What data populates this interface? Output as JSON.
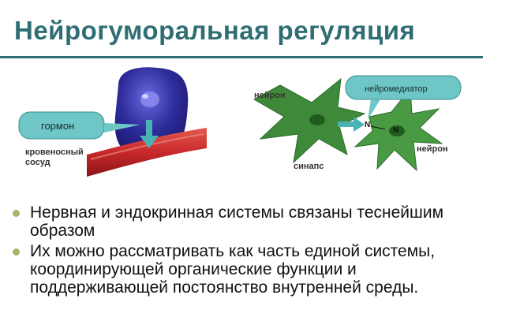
{
  "slide": {
    "title": "Нейрогуморальная регуляция"
  },
  "illustration": {
    "hormone_label": "гормон",
    "vessel_label_line1": "кровеносный",
    "vessel_label_line2": "сосуд",
    "neuron_label_left": "нейрон",
    "neuron_label_right": "нейрон",
    "neurotransmitter_label": "нейромедиатор",
    "synapse_label": "синапс",
    "marker_n1": "N",
    "marker_n2": "N",
    "colors": {
      "cell_blue": "#2e2c9a",
      "callout_teal": "#6fc6c6",
      "vessel_red": "#c8282b",
      "neuron_green": "#3e8a3a"
    }
  },
  "bullets": [
    {
      "text": "Нервная и эндокринная системы связаны теснейшим образом"
    },
    {
      "text": "Их можно рассматривать как часть единой системы, координирующей органические функции и поддерживающей постоянство внутренней среды."
    }
  ]
}
